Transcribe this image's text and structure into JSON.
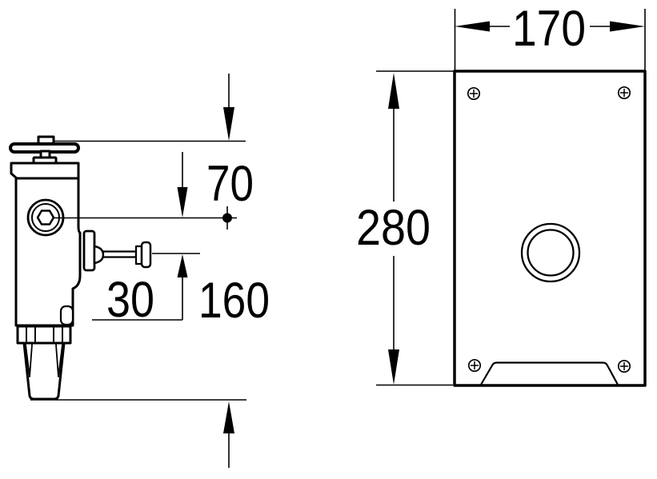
{
  "drawing_type": "technical-dimension-drawing",
  "colors": {
    "line": "#000000",
    "background": "#ffffff"
  },
  "side_view": {
    "name": "flush-valve-side-view",
    "dims": {
      "d70": "70",
      "d30": "30",
      "d160": "160"
    }
  },
  "front_view": {
    "name": "cover-plate-front-view",
    "dims": {
      "d170": "170",
      "d280": "280"
    },
    "features": {
      "screws": 4,
      "push_button": "concentric-circles",
      "bottom_relief": "trapezoid"
    }
  }
}
